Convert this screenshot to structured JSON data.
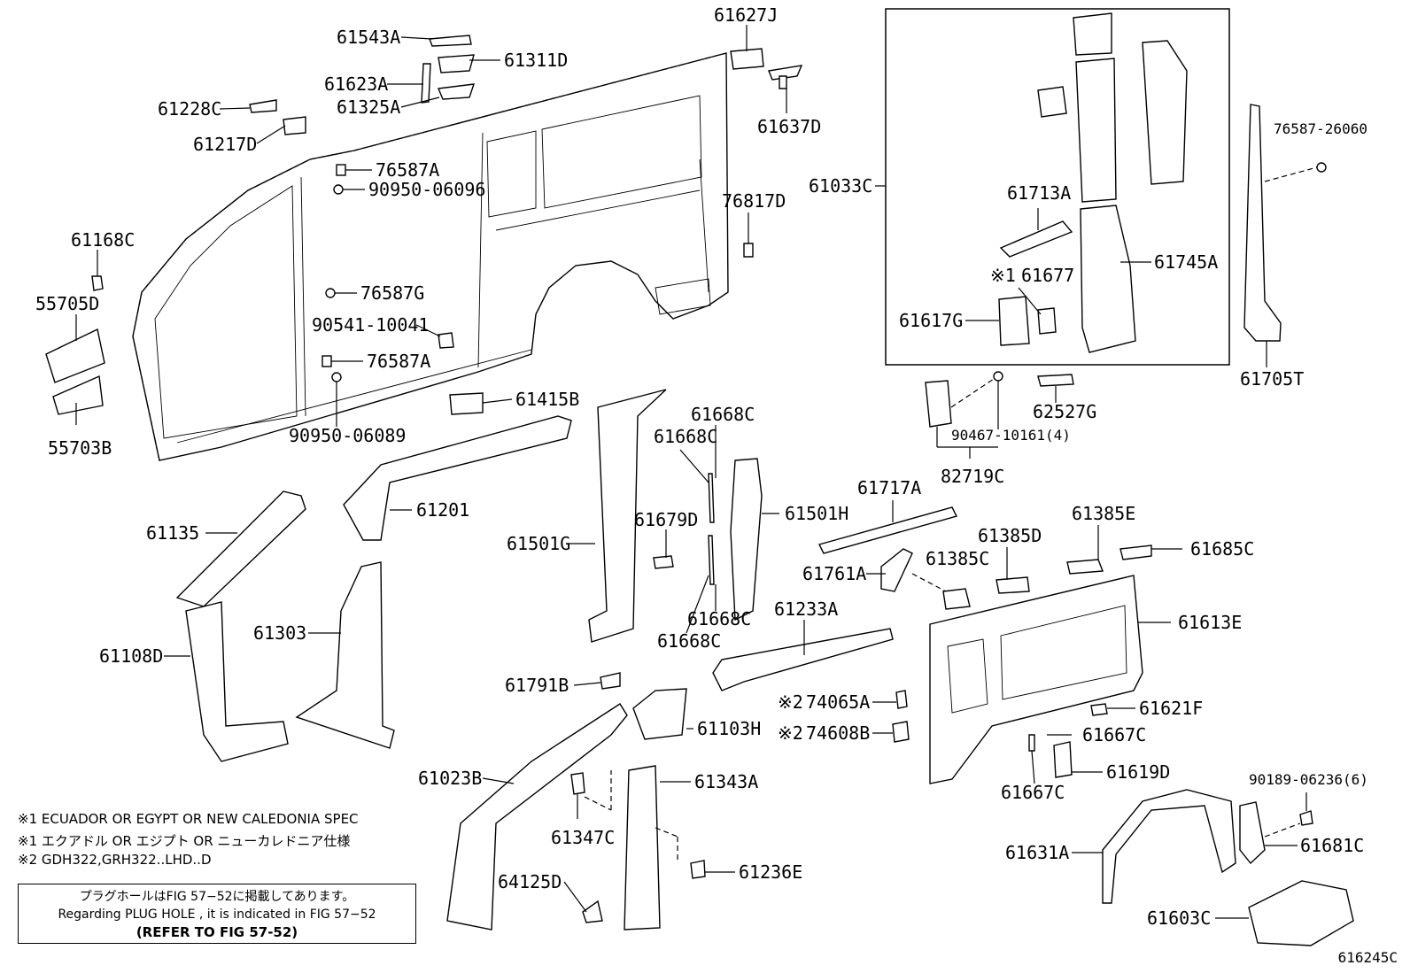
{
  "parts": [
    {
      "id": "61543A"
    },
    {
      "id": "61311D"
    },
    {
      "id": "61623A"
    },
    {
      "id": "61325A"
    },
    {
      "id": "61228C"
    },
    {
      "id": "61217D"
    },
    {
      "id": "61627J"
    },
    {
      "id": "61637D"
    },
    {
      "id": "76587A"
    },
    {
      "id": "90950-06096"
    },
    {
      "id": "76817D"
    },
    {
      "id": "61168C"
    },
    {
      "id": "55705D"
    },
    {
      "id": "76587G"
    },
    {
      "id": "90541-10041"
    },
    {
      "id": "55703B"
    },
    {
      "id": "90950-06089"
    },
    {
      "id": "61415B"
    },
    {
      "id": "61033C"
    },
    {
      "id": "61713A"
    },
    {
      "id": "61677",
      "note": "※1"
    },
    {
      "id": "61745A"
    },
    {
      "id": "61617G"
    },
    {
      "id": "76587-26060"
    },
    {
      "id": "61705T"
    },
    {
      "id": "90467-10161(4)"
    },
    {
      "id": "62527G"
    },
    {
      "id": "82719C"
    },
    {
      "id": "61668C"
    },
    {
      "id": "61501H"
    },
    {
      "id": "61679D"
    },
    {
      "id": "61501G"
    },
    {
      "id": "61201"
    },
    {
      "id": "61135"
    },
    {
      "id": "61303"
    },
    {
      "id": "61108D"
    },
    {
      "id": "61717A"
    },
    {
      "id": "61385E"
    },
    {
      "id": "61385D"
    },
    {
      "id": "61685C"
    },
    {
      "id": "61761A"
    },
    {
      "id": "61385C"
    },
    {
      "id": "61613E"
    },
    {
      "id": "61233A"
    },
    {
      "id": "61791B"
    },
    {
      "id": "74065A",
      "note": "※2"
    },
    {
      "id": "74608B",
      "note": "※2"
    },
    {
      "id": "61621F"
    },
    {
      "id": "61103H"
    },
    {
      "id": "61667C"
    },
    {
      "id": "61619D"
    },
    {
      "id": "61023B"
    },
    {
      "id": "61343A"
    },
    {
      "id": "90189-06236(6)"
    },
    {
      "id": "61347C"
    },
    {
      "id": "61631A"
    },
    {
      "id": "61681C"
    },
    {
      "id": "64125D"
    },
    {
      "id": "61236E"
    },
    {
      "id": "61603C"
    }
  ],
  "notes": [
    "※1 ECUADOR OR EGYPT OR NEW CALEDONIA SPEC",
    "※1 エクアドル OR エジプト OR ニューカレドニア仕様",
    "※2 GDH322,GRH322..LHD..D"
  ],
  "reference": {
    "line1": "プラグホールはFIG 57−52に掲載してあります。",
    "line2": "Regarding  PLUG HOLE , it is indicated in FIG  57−52",
    "line3": "(REFER TO FIG 57-52)"
  },
  "figure_number": "616245C"
}
